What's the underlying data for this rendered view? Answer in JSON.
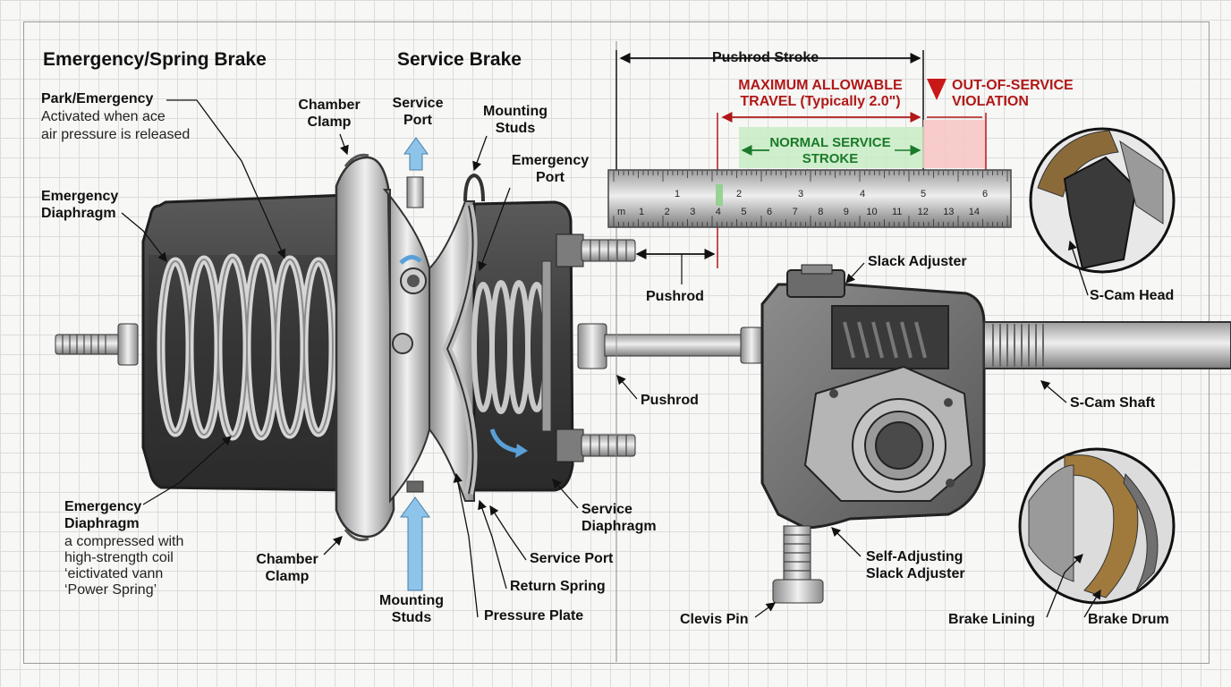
{
  "headers": {
    "emergency": "Emergency/Spring Brake",
    "service": "Service Brake"
  },
  "labels": {
    "park_title": "Park/Emergency",
    "park_desc_1": "Activated when ace",
    "park_desc_2": "air pressure is released",
    "emergency_diaphragm_top_1": "Emergency",
    "emergency_diaphragm_top_2": "Diaphragm",
    "chamber_clamp_top_1": "Chamber",
    "chamber_clamp_top_2": "Clamp",
    "service_port_top_1": "Service",
    "service_port_top_2": "Port",
    "mounting_studs_top_1": "Mounting",
    "mounting_studs_top_2": "Studs",
    "emergency_port_1": "Emergency",
    "emergency_port_2": "Port",
    "emergency_diaphragm_bottom_1": "Emergency",
    "emergency_diaphragm_bottom_2": "Diaphragm",
    "power_spring_1": "a compressed with",
    "power_spring_2": "high-strength coil",
    "power_spring_3": "‘eictivated vann",
    "power_spring_4": "‘Power Spring’",
    "chamber_clamp_bottom_1": "Chamber",
    "chamber_clamp_bottom_2": "Clamp",
    "mounting_studs_bottom_1": "Mounting",
    "mounting_studs_bottom_2": "Studs",
    "pressure_plate": "Pressure Plate",
    "return_spring": "Return Spring",
    "service_port_bottom": "Service Port",
    "service_diaphragm_1": "Service",
    "service_diaphragm_2": "Diaphragm",
    "pushrod_upper": "Pushrod",
    "pushrod_lower": "Pushrod",
    "slack_adjuster": "Slack Adjuster",
    "self_adjusting_1": "Self-Adjusting",
    "self_adjusting_2": "Slack Adjuster",
    "clevis_pin": "Clevis Pin",
    "s_cam_head": "S-Cam Head",
    "s_cam_shaft": "S-Cam Shaft",
    "brake_lining": "Brake Lining",
    "brake_drum": "Brake Drum"
  },
  "stroke": {
    "pushrod_stroke": "Pushrod Stroke",
    "max_travel_1": "MAXIMUM ALLOWABLE",
    "max_travel_2": "TRAVEL (Typically 2.0\")",
    "normal_1": "NORMAL SERVICE",
    "normal_2": "STROKE",
    "oos_1": "OUT-OF-SERVICE",
    "oos_2": "VIOLATION"
  },
  "ruler": {
    "unit_label": "m",
    "inch_ticks": [
      "1",
      "2",
      "3",
      "4",
      "5",
      "6"
    ],
    "cm_ticks": [
      "1",
      "2",
      "3",
      "4",
      "5",
      "6",
      "7",
      "8",
      "9",
      "10",
      "11",
      "12",
      "13",
      "14"
    ]
  },
  "colors": {
    "normal_zone": "#c8ecc4",
    "violation_zone": "#f6c6c6",
    "max_travel_text": "#b01818",
    "normal_text": "#1a7a2a",
    "port_arrow": "#8fc4ea"
  }
}
